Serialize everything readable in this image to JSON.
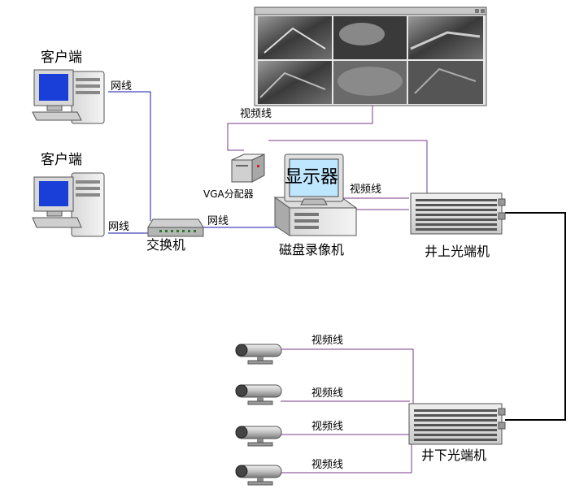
{
  "labels": {
    "client_top": "客户端",
    "client_bottom": "客户端",
    "net_cable_top": "网线",
    "net_cable_bottom": "网线",
    "net_cable_switch": "网线",
    "switch": "交换机",
    "vga_splitter": "VGA分配器",
    "monitor": "显示器",
    "dvr": "磁盘录像机",
    "video_cable_monitor": "视频线",
    "video_cable_dvr": "视频线",
    "surface_optical": "井上光端机",
    "underground_optical": "井下光端机",
    "camera_cables": [
      "视频线",
      "视频线",
      "视频线",
      "视频线"
    ]
  },
  "colors": {
    "network_line": "#1a1aa8",
    "video_line": "#7a3a8a",
    "fiber_line": "#000000",
    "screen_blue": "#1a3fd8"
  }
}
